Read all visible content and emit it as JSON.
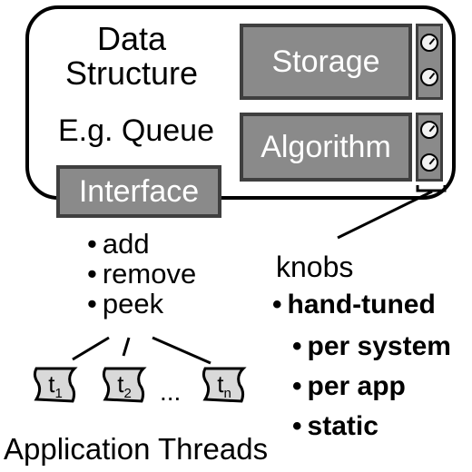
{
  "data_structure": {
    "title_line1": "Data",
    "title_line2": "Structure",
    "example": "E.g. Queue"
  },
  "components": {
    "storage": "Storage",
    "algorithm": "Algorithm",
    "interface": "Interface"
  },
  "interface_ops": [
    "add",
    "remove",
    "peek"
  ],
  "knobs": {
    "label": "knobs",
    "properties": [
      "hand-tuned",
      "per system",
      "per app",
      "static"
    ]
  },
  "threads": {
    "items": [
      {
        "base": "t",
        "sub": "1"
      },
      {
        "base": "t",
        "sub": "2"
      },
      {
        "base": "t",
        "sub": "n"
      }
    ],
    "ellipsis": "...",
    "label": "Application Threads"
  },
  "colors": {
    "box_fill": "#8a8a8a",
    "box_border": "#3f3f3f",
    "thread_fill": "#d9d9d9"
  }
}
